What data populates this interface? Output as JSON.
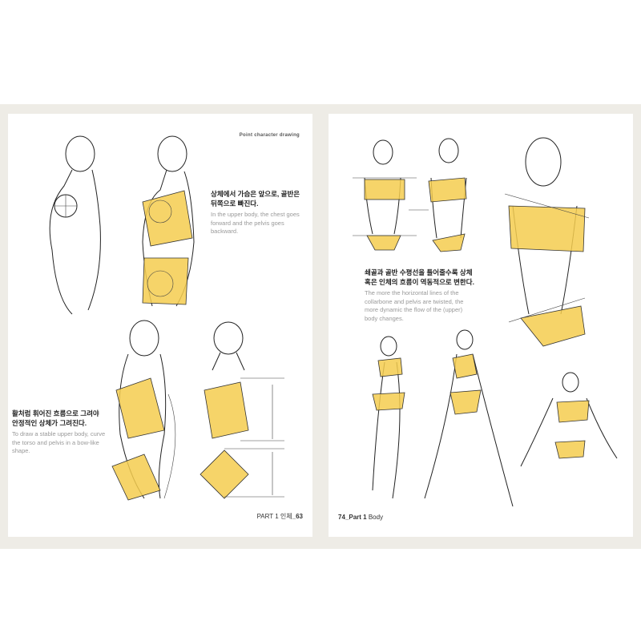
{
  "left_page": {
    "header": "Point character drawing",
    "note1": {
      "ko": "상체에서 가슴은 앞으로, 골반은 뒤쪽으로 빠진다.",
      "en": "In the upper body, the chest goes forward and the pelvis goes backward."
    },
    "note2": {
      "ko": "활처럼 휘어진 흐름으로 그려야 안정적인 상체가 그려진다.",
      "en": "To draw a stable upper body, curve the torso and pelvis in a bow-like shape."
    },
    "folio_part": "PART 1 인체",
    "folio_num": "_63"
  },
  "right_page": {
    "note": {
      "ko": "쇄골과 골반 수평선을 틀어줄수록 상체 혹은 인체의 흐름이 역동적으로 변한다.",
      "en": "The more the horizontal lines of the collarbone and pelvis are twisted, the more dynamic the flow of the (upper) body changes."
    },
    "folio_num": "74_",
    "folio_part": "Part 1",
    "folio_label": "Body"
  },
  "colors": {
    "highlight": "#f4cd4f",
    "band": "#eeece6"
  }
}
